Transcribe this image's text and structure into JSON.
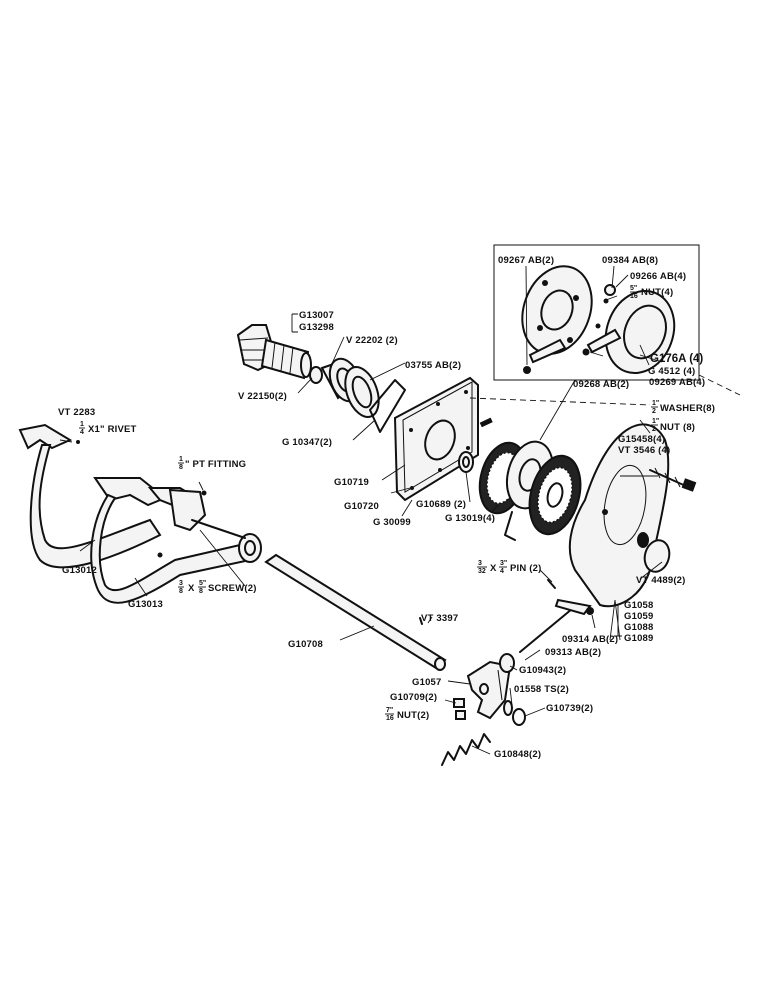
{
  "labels": {
    "g13007": "G13007",
    "g13298": "G13298",
    "v22202": "V 22202 (2)",
    "a03755": "03755 AB(2)",
    "v22150": "V 22150(2)",
    "g10347": "G 10347(2)",
    "g10719": "G10719",
    "g10720": "G10720",
    "g30099": "G 30099",
    "g10689": "G10689 (2)",
    "g13019": "G 13019(4)",
    "a09267": "09267 AB(2)",
    "a09384": "09384 AB(8)",
    "a09266": "09266 AB(4)",
    "nut4": "NUT(4)",
    "g176a": "G176A (4)",
    "g4512": "G 4512 (4)",
    "a09268": "09268 AB(2)",
    "a09269": "09269 AB(4)",
    "washer8": "WASHER(8)",
    "nut8": "NUT (8)",
    "g15458": "G15458(4)",
    "vt3546": "VT 3546 (4)",
    "vt2283": "VT 2283",
    "rivet": "X1\" RIVET",
    "ptfitting": "\" PT FITTING",
    "g13012": "G13012",
    "g13013": "G13013",
    "screw2": "SCREW(2)",
    "pin2": "PIN (2)",
    "vt4489": "VT 4489(2)",
    "g1058": "G1058",
    "g1059": "G1059",
    "g1088": "G1088",
    "g1089": "G1089",
    "a09314": "09314 AB(2)",
    "a09313": "09313 AB(2)",
    "g10708": "G10708",
    "vt3397": "VT 3397",
    "g10943": "G10943(2)",
    "g1057": "G1057",
    "g10709": "G10709(2)",
    "ts01558": "01558 TS(2)",
    "nut2": "NUT(2)",
    "g10739": "G10739(2)",
    "g10848": "G10848(2)"
  }
}
